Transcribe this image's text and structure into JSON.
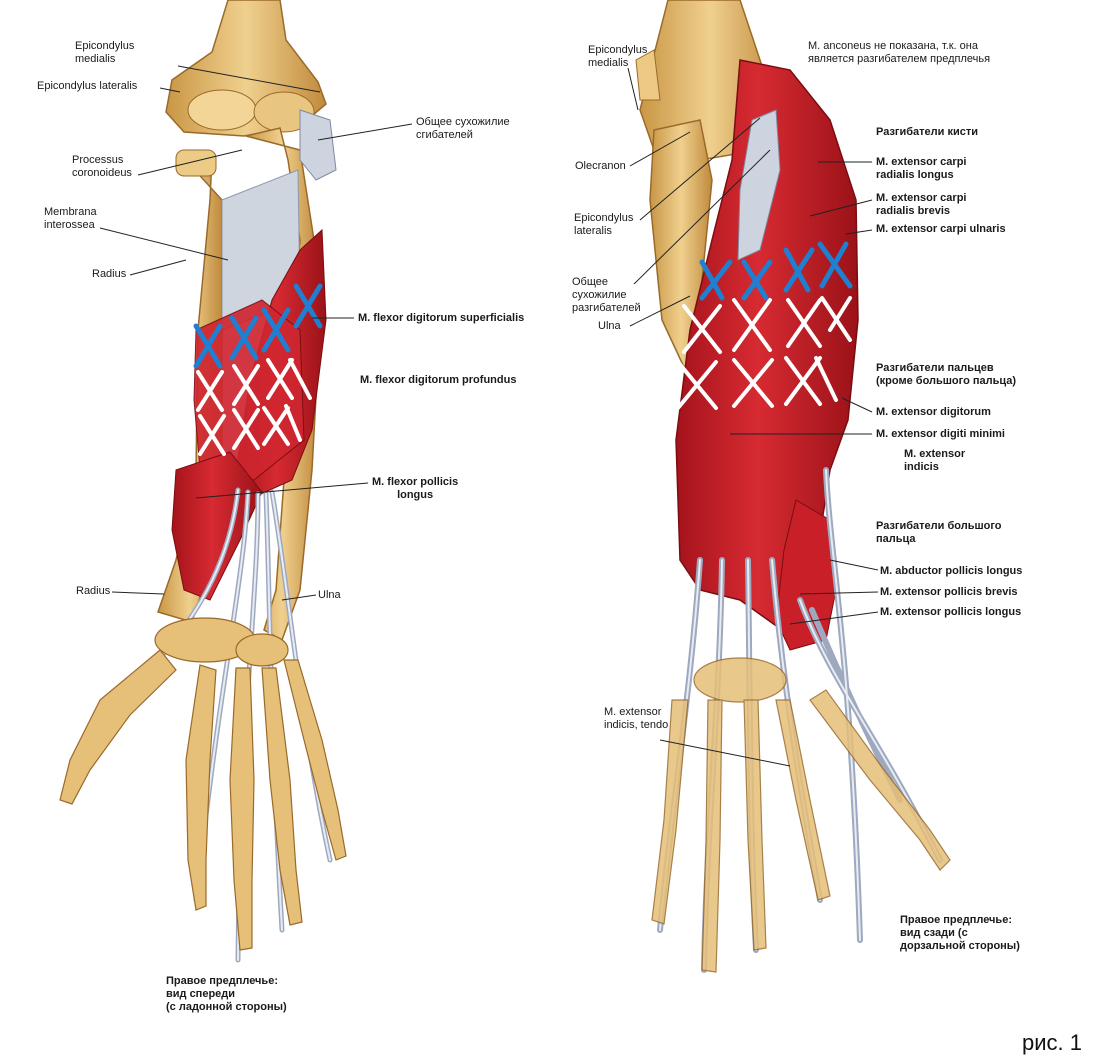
{
  "figure_label": "рис. 1",
  "anterior": {
    "caption": "Правое предплечье:\nвид спереди\n(с ладонной стороны)",
    "labels": {
      "epicondylus_medialis": "Epicondylus\nmedialis",
      "epicondylus_lateralis": "Epicondylus lateralis",
      "common_flexor_tendon": "Общее сухожилие\nсгибателей",
      "processus_coronoideus": "Processus\ncoronoideus",
      "membrana_interossea": "Membrana\ninterossea",
      "radius_upper": "Radius",
      "flexor_digitorum_superficialis": "M. flexor digitorum superficialis",
      "flexor_digitorum_profundus": "M. flexor digitorum profundus",
      "flexor_pollicis_longus": "M. flexor pollicis\nlongus",
      "radius_lower": "Radius",
      "ulna": "Ulna"
    }
  },
  "posterior": {
    "caption": "Правое предплечье:\nвид сзади (с\nдорзальной стороны)",
    "labels": {
      "anconeus_note": "M. anconeus не показана, т.к. она\nявляется разгибателем предплечья",
      "epicondylus_medialis": "Epicondylus\nmedialis",
      "olecranon": "Olecranon",
      "epicondylus_lateralis": "Epicondylus\nlateralis",
      "common_extensor_tendon": "Общее\nсухожилие\nразгибателей",
      "ulna": "Ulna",
      "wrist_extensors_title": "Разгибатели кисти",
      "ext_carpi_radialis_longus": "M. extensor carpi\nradialis longus",
      "ext_carpi_radialis_brevis": "M. extensor carpi\nradialis brevis",
      "ext_carpi_ulnaris": "M. extensor carpi ulnaris",
      "finger_extensors_title": "Разгибатели пальцев\n(кроме большого пальца)",
      "ext_digitorum": "M. extensor digitorum",
      "ext_digiti_minimi": "M. extensor digiti minimi",
      "ext_indicis": "M. extensor\nindicis",
      "thumb_extensors_title": "Разгибатели большого\nпальца",
      "abductor_pollicis_longus": "M. abductor pollicis longus",
      "ext_pollicis_brevis": "M. extensor pollicis brevis",
      "ext_pollicis_longus": "M. extensor pollicis longus",
      "ext_indicis_tendo": "M. extensor\nindicis, tendo"
    }
  },
  "colors": {
    "muscle": "#c8202a",
    "muscle_dark": "#8e1016",
    "bone": "#e8c27a",
    "bone_dark": "#b8863c",
    "tendon": "#b9c3d6",
    "tendon_dark": "#7b879f",
    "mark_blue": "#1f7fd0",
    "mark_white": "#ffffff"
  }
}
